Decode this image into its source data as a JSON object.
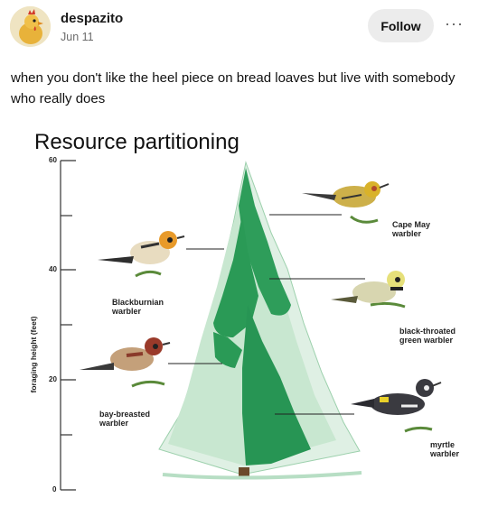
{
  "post": {
    "username": "despazito",
    "date": "Jun 11",
    "follow_label": "Follow",
    "more_label": "···",
    "text": "when you don't like the heel piece on bread loaves but live with somebody who really does"
  },
  "figure": {
    "title": "Resource partitioning",
    "y_axis_label": "foraging height (feet)",
    "ticks": [
      "60",
      "40",
      "20",
      "0"
    ],
    "birds": [
      {
        "name": "Cape May warbler"
      },
      {
        "name": "Blackburnian warbler"
      },
      {
        "name": "black-throated green warbler"
      },
      {
        "name": "bay-breasted warbler"
      },
      {
        "name": "myrtle warbler"
      }
    ]
  }
}
